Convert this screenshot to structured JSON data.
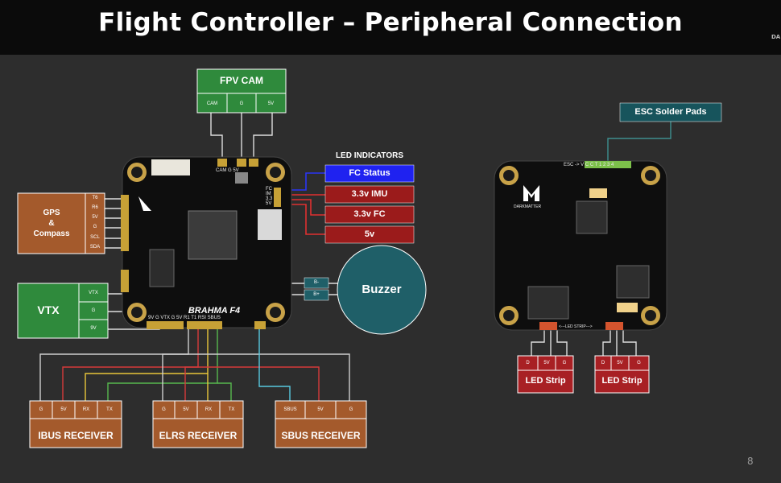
{
  "header": {
    "title": "Flight Controller – Peripheral Connection",
    "corner_mark": "DA"
  },
  "page_number": "8",
  "fpv_cam": {
    "label": "FPV CAM",
    "pins": [
      "CAM",
      "G",
      "5V"
    ]
  },
  "gps": {
    "label_lines": [
      "GPS",
      "&",
      "Compass"
    ],
    "pins": [
      "T6",
      "R6",
      "5V",
      "G",
      "SCL",
      "SDA"
    ]
  },
  "vtx": {
    "label": "VTX",
    "pins": [
      "VTX",
      "G",
      "9V"
    ]
  },
  "led_indicators": {
    "heading": "LED INDICATORS",
    "items": [
      "FC Status",
      "3.3v IMU",
      "3.3v FC",
      "5v"
    ]
  },
  "buzzer": {
    "label": "Buzzer",
    "pins": [
      "B-",
      "B+"
    ]
  },
  "receivers": [
    {
      "label": "IBUS RECEIVER",
      "pins": [
        "G",
        "5V",
        "RX",
        "TX"
      ]
    },
    {
      "label": "ELRS RECEIVER",
      "pins": [
        "G",
        "5V",
        "RX",
        "TX"
      ]
    },
    {
      "label": "SBUS RECEIVER",
      "pins": [
        "SBUS",
        "5V",
        "G"
      ]
    }
  ],
  "esc": {
    "label": "ESC Solder Pads"
  },
  "led_strips": [
    {
      "label": "LED Strip",
      "pins": [
        "D",
        "5V",
        "G"
      ]
    },
    {
      "label": "LED Strip",
      "pins": [
        "D",
        "5V",
        "G"
      ]
    }
  ],
  "board_markings": {
    "brand": "BRAHMA F4",
    "logo_text": "DARKMATTER",
    "esc_row": "ESC ->  V C C T 1 2 3 4",
    "led_strip": "<---LED STRIP--->",
    "fc_side": [
      "FC",
      "IM",
      "3.3",
      "5V"
    ],
    "bottom_row": "9V  G  VTX  G  5V  R1  T1  RSI  SBUS",
    "top_row": "CAM  G  5V"
  },
  "colors": {
    "fc_status": "#1f22f0",
    "led_red": "#9b1b1b",
    "brown": "#a45a2c",
    "green": "#2f8a3c",
    "teal": "#1f5f68",
    "esc_teal": "#17545c"
  }
}
